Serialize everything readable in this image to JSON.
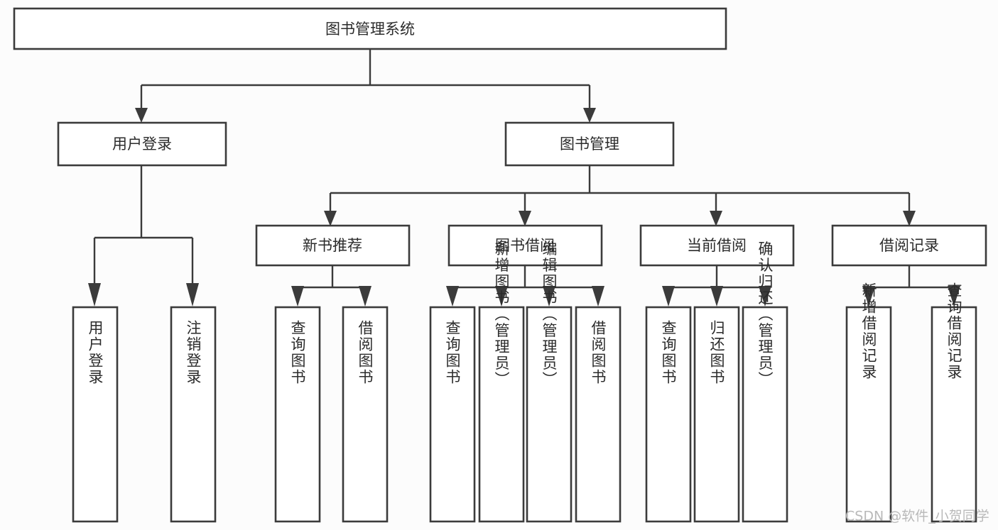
{
  "diagram": {
    "title": "图书管理系统",
    "type": "tree",
    "background_color": "#fcfcfc",
    "line_color": "#3b3b3b",
    "box_fill": "#ffffff",
    "root": {
      "id": "root",
      "label": "图书管理系统"
    },
    "level1": [
      {
        "id": "user-login",
        "label": "用户登录"
      },
      {
        "id": "book-management",
        "label": "图书管理"
      }
    ],
    "level2": [
      {
        "id": "new-book-recommend",
        "label": "新书推荐",
        "parent": "book-management"
      },
      {
        "id": "book-borrow",
        "label": "图书借阅",
        "parent": "book-management"
      },
      {
        "id": "current-borrow",
        "label": "当前借阅",
        "parent": "book-management"
      },
      {
        "id": "borrow-record",
        "label": "借阅记录",
        "parent": "book-management"
      }
    ],
    "leaves": [
      {
        "id": "leaf-user-login",
        "label": "用户登录",
        "parent": "user-login"
      },
      {
        "id": "leaf-logout-login",
        "label": "注销登录",
        "parent": "user-login"
      },
      {
        "id": "leaf-query-book-1",
        "label": "查询图书",
        "parent": "new-book-recommend"
      },
      {
        "id": "leaf-borrow-book-1",
        "label": "借阅图书",
        "parent": "new-book-recommend"
      },
      {
        "id": "leaf-query-book-2",
        "label": "查询图书",
        "parent": "book-borrow"
      },
      {
        "id": "leaf-add-book",
        "label": "新增图书（管理员）",
        "parent": "book-borrow"
      },
      {
        "id": "leaf-edit-book",
        "label": "编辑图书（管理员）",
        "parent": "book-borrow"
      },
      {
        "id": "leaf-borrow-book-2",
        "label": "借阅图书",
        "parent": "book-borrow"
      },
      {
        "id": "leaf-query-book-3",
        "label": "查询图书",
        "parent": "current-borrow"
      },
      {
        "id": "leaf-return-book",
        "label": "归还图书",
        "parent": "current-borrow"
      },
      {
        "id": "leaf-confirm-return",
        "label": "确认归还（管理员）",
        "parent": "current-borrow"
      },
      {
        "id": "leaf-add-record",
        "label": "新增借阅记录",
        "parent": "borrow-record"
      },
      {
        "id": "leaf-query-record",
        "label": "查询借阅记录",
        "parent": "borrow-record"
      }
    ]
  },
  "watermark": {
    "text": "CSDN @软件_小贺同学"
  }
}
